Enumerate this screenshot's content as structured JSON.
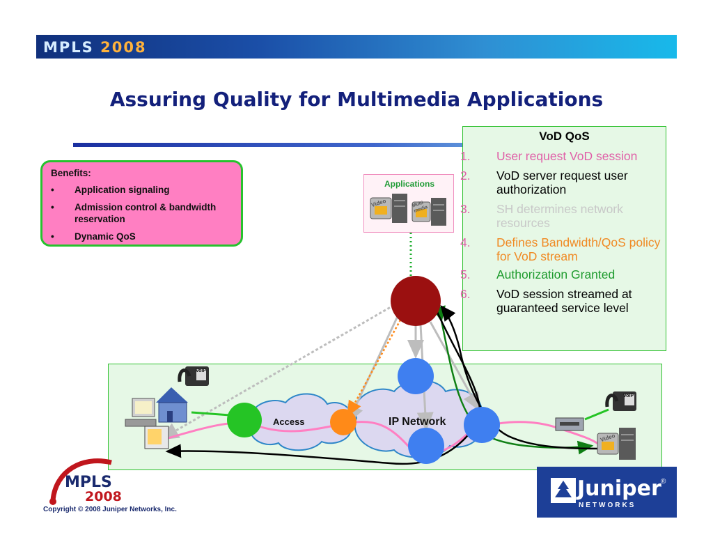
{
  "banner": {
    "event": "MPLS",
    "year": "2008"
  },
  "title": "Assuring Quality for Multimedia Applications",
  "benefits": {
    "heading": "Benefits:",
    "items": [
      "Application signaling",
      "Admission control & bandwidth reservation",
      "Dynamic QoS"
    ]
  },
  "vod": {
    "title": "VoD QoS",
    "steps": [
      {
        "num": "1.",
        "text": "User request VoD session",
        "color": "#e060a8"
      },
      {
        "num": "2.",
        "text": "VoD server request user authorization",
        "color": "#000000"
      },
      {
        "num": "3.",
        "text": "SH determines network resources",
        "color": "#c8c8c8"
      },
      {
        "num": "4.",
        "text": "Defines Bandwidth/QoS policy for VoD stream",
        "color": "#f08a24"
      },
      {
        "num": "5.",
        "text": "Authorization Granted",
        "color": "#1e9b2e"
      },
      {
        "num": "6.",
        "text": "VoD session streamed at guaranteed service level",
        "color": "#000000"
      }
    ]
  },
  "applications": {
    "label": "Applications",
    "server_labels": [
      "Video",
      "Multi media"
    ]
  },
  "network": {
    "access_label": "Access",
    "ip_label": "IP Network"
  },
  "device_labels": {
    "voip": "VoIP",
    "video": "Video"
  },
  "footer": {
    "copyright": "Copyright © 2008 Juniper Networks, Inc.",
    "mpls_logo": "MPLS",
    "mpls_year": "2008",
    "juniper_name": "Juniper",
    "juniper_sub": "NETWORKS",
    "juniper_reg": "®"
  },
  "colors": {
    "title": "#13207b",
    "benefits_fill": "#ff7fc2",
    "box_green": "#2fc12f",
    "controller": "#9b1010",
    "access_node": "#25c425",
    "edge_node": "#ff8a18",
    "core_node": "#3f7ff0",
    "juniper_blue": "#1d3f97"
  }
}
